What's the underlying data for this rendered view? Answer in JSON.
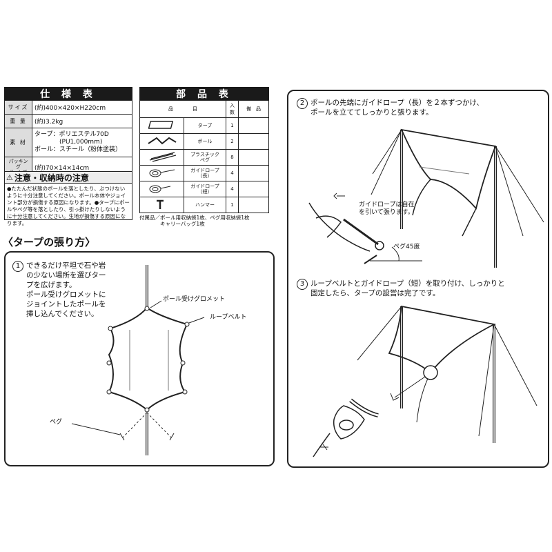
{
  "spec": {
    "title": "仕 様 表",
    "rows": [
      {
        "k": "サイズ",
        "v": "(約)400×420×H220cm"
      },
      {
        "k": "重 量",
        "v": "(約)3.2kg"
      },
      {
        "k": "素 材",
        "v": "タープ：ポリエステル70D\n　　　　(PU1,000mm)\nポール：スチール（粉体塗装）"
      },
      {
        "k": "パッキング\nサ イ ズ",
        "v": "(約)70×14×14cm"
      }
    ]
  },
  "caution": {
    "title": "注意・収納時の注意",
    "body": "●たたんだ状態のポールを落としたり、ぶつけないように十分注意してください。ポール本体やジョイント部分が損傷する原因になります。●タープにポールやペグ等を落としたり、引っ掛けたりしないように十分注意してください。生地が損傷する原因になります。"
  },
  "parts": {
    "title": "部 品 表",
    "headers": [
      "品　　　　目",
      "入数",
      "備　品"
    ],
    "rows": [
      {
        "name": "タープ",
        "qty": "1",
        "icon": "tarp-icon"
      },
      {
        "name": "ポール",
        "qty": "2",
        "icon": "pole-icon"
      },
      {
        "name": "プラスチック\nペグ",
        "qty": "8",
        "icon": "peg-icon"
      },
      {
        "name": "ガイドロープ\n（長）",
        "qty": "4",
        "icon": "rope-long-icon"
      },
      {
        "name": "ガイドロープ\n（短）",
        "qty": "4",
        "icon": "rope-short-icon"
      },
      {
        "name": "ハンマー",
        "qty": "1",
        "icon": "hammer-icon"
      }
    ],
    "footnote": "付属品／ポール用収納袋1枚、ペグ用収納袋1枚\n　　　　キャリーバッグ1枚"
  },
  "howto": {
    "title": "〈タープの張り方〉",
    "step1": {
      "num": "1",
      "text": "できるだけ平坦で石や岩\nの少ない場所を選びター\nプを広げます。\nポール受けグロメットに\nジョイントしたポールを\n挿し込んでください。",
      "label_grommet": "ポール受けグロメット",
      "label_loop": "ループベルト",
      "label_peg": "ペグ"
    },
    "step2": {
      "num": "2",
      "text": "ポールの先端にガイドロープ（長）を２本ずつかけ、\nポールを立ててしっかりと張ります。",
      "label_rope": "ガイドロープは自在\nを引いて張ります。",
      "label_angle": "ペグ45度"
    },
    "step3": {
      "num": "3",
      "text": "ループベルトとガイドロープ（短）を取り付け、しっかりと\n固定したら、タープの設営は完了です。"
    }
  }
}
